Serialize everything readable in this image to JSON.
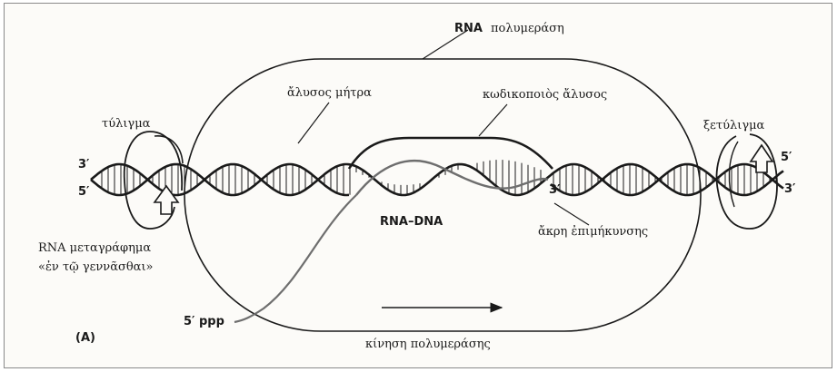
{
  "diagram": {
    "rna_pol_a": "RNA",
    "rna_pol_b": "πολυμεράση",
    "template_strand": "ἄλυσος μήτρα",
    "coding_strand": "κωδικοποιὸς ἄλυσος",
    "winding": "τύλιγμα",
    "unwinding": "ξετύλιγμα",
    "left_3": "3′",
    "left_5": "5′",
    "right_5": "5′",
    "right_3": "3′",
    "rna_3_end": "3′",
    "hybrid": "RNA–DNA",
    "elongation_end": "ἄκρη ἐπιμήκυνσης",
    "transcript_line1": "RNA μεταγράφημα",
    "transcript_line2": "«ἐν τῷ γεννᾶσθαι»",
    "ppp": "5′ ppp",
    "panel": "(A)",
    "movement": "κίνηση πολυμεράσης",
    "colors": {
      "ink": "#1a1a1a",
      "rna_strand": "#6e6e6e",
      "background": "#fcfbf8"
    }
  }
}
